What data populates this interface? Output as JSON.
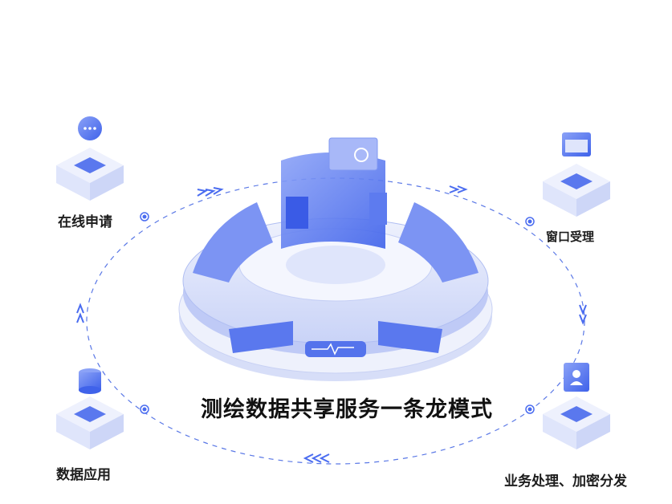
{
  "title": "测绘数据共享服务一条龙模式",
  "steps": [
    {
      "label": "在线申请",
      "icon": "chat-bubble-icon"
    },
    {
      "label": "窗口受理",
      "icon": "browser-window-icon"
    },
    {
      "label": "业务处理、加密分发",
      "icon": "user-card-icon"
    },
    {
      "label": "数据应用",
      "icon": "database-icon"
    }
  ],
  "colors": {
    "accent": "#4a6cf0",
    "light": "#dfe5fb",
    "line": "#5a78e6"
  }
}
